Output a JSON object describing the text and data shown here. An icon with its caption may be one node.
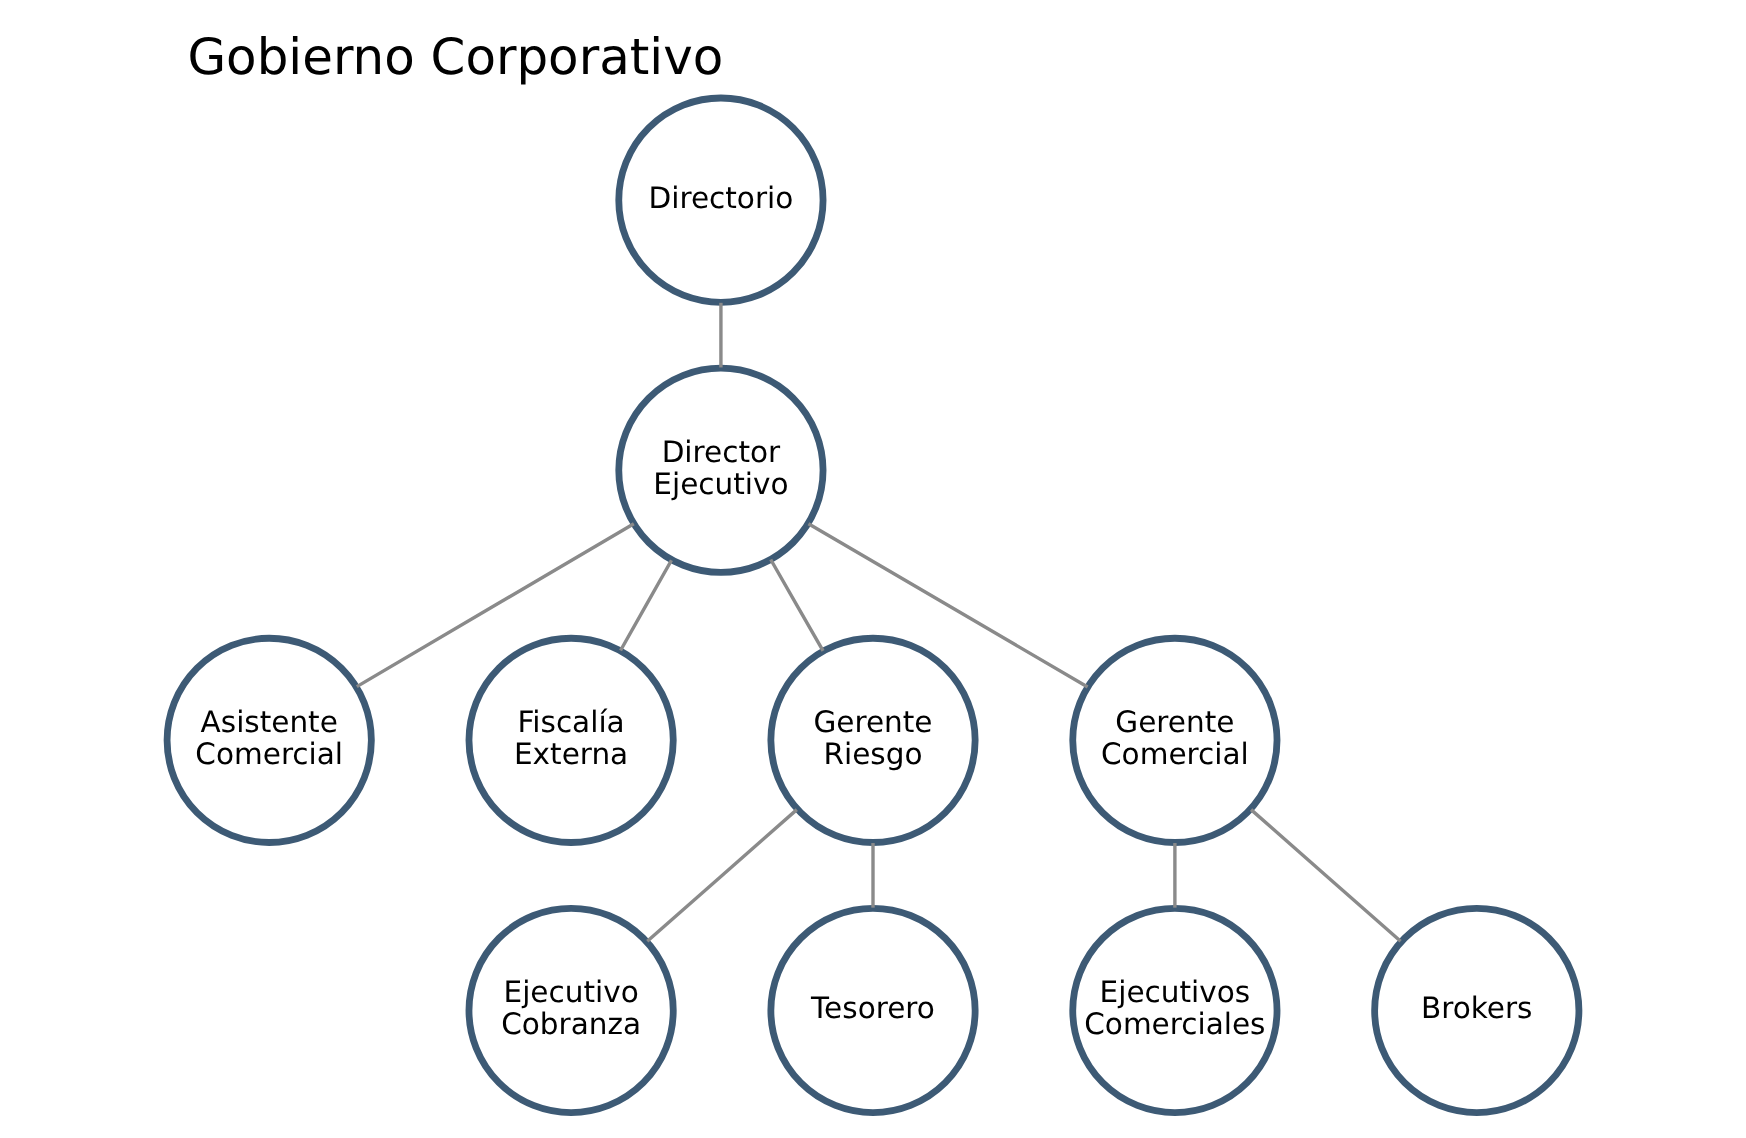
{
  "diagram": {
    "title": "Gobierno Corporativo",
    "nodes": [
      {
        "text": [
          "Directorio"
        ]
      },
      {
        "text": [
          "Director Ejecutivo"
        ]
      },
      {
        "text": [
          "Asistente Comercial"
        ]
      },
      {
        "text": [
          "Fiscalía Externa"
        ]
      },
      {
        "text": [
          "Gerente Riesgo"
        ]
      },
      {
        "text": [
          "Gerente Comercial"
        ]
      },
      {
        "text": [
          "Ejecutivo Cobranza"
        ]
      },
      {
        "text": [
          "Tesorero"
        ]
      },
      {
        "text": [
          "Ejecutivos Comerciales"
        ]
      },
      {
        "text": [
          "Brokers"
        ]
      }
    ],
    "edges": [
      {
        "from": 0,
        "to": 1,
        "arrow": "none"
      },
      {
        "from": 1,
        "to": 2,
        "arrow": "none"
      },
      {
        "from": 1,
        "to": 3,
        "arrow": "none"
      },
      {
        "from": 1,
        "to": 4,
        "arrow": "none"
      },
      {
        "from": 1,
        "to": 5,
        "arrow": "none"
      },
      {
        "from": 4,
        "to": 6,
        "arrow": "none"
      },
      {
        "from": 4,
        "to": 7,
        "arrow": "none"
      },
      {
        "from": 5,
        "to": 8,
        "arrow": "none"
      },
      {
        "from": 5,
        "to": 9,
        "arrow": "none"
      }
    ]
  }
}
